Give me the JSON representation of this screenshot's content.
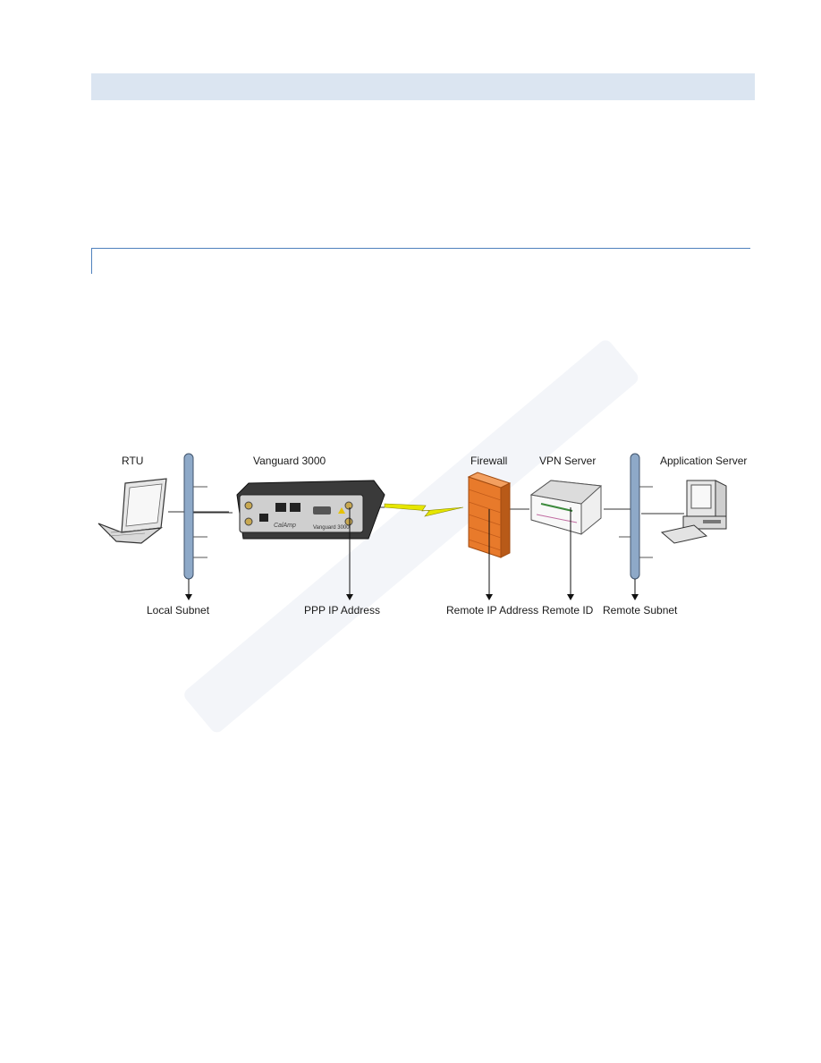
{
  "header": {
    "section_bar": ""
  },
  "diagram": {
    "labels": {
      "rtu": "RTU",
      "vanguard": "Vanguard 3000",
      "firewall": "Firewall",
      "vpn_server": "VPN Server",
      "application_server": "Application Server",
      "local_subnet": "Local Subnet",
      "ppp_ip_address": "PPP IP Address",
      "remote_ip_address": "Remote IP Address",
      "remote_id": "Remote ID",
      "remote_subnet": "Remote Subnet"
    },
    "device_text": {
      "brand": "CalAmp",
      "model": "Vanguard 3000"
    }
  },
  "colors": {
    "section_bar": "#dbe5f1",
    "rule": "#4f81bd",
    "bus": "#8ea9c8",
    "firewall": "#e87a2b",
    "lightning": "#e6e600"
  }
}
